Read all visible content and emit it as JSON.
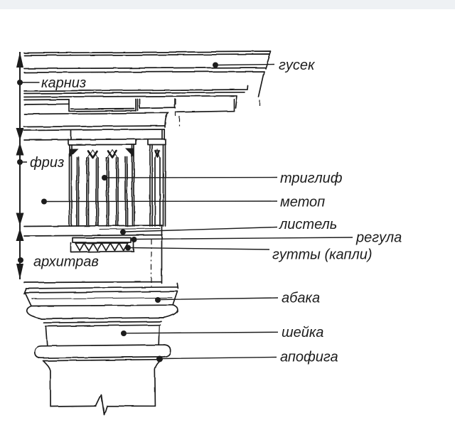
{
  "diagram": {
    "labels": {
      "gusek": "гусек",
      "karniz": "карниз",
      "friz": "фриз",
      "triglif": "триглиф",
      "metop": "метоп",
      "listel": "листель",
      "regula": "регула",
      "gutty": "гутты (капли)",
      "arkhitrav": "архитрав",
      "abaka": "абака",
      "sheyka": "шейка",
      "apofiga": "апофига"
    },
    "colors": {
      "ink": "#1c1c1c",
      "background": "#ffffff",
      "top_strip": "#eef1f4"
    }
  }
}
